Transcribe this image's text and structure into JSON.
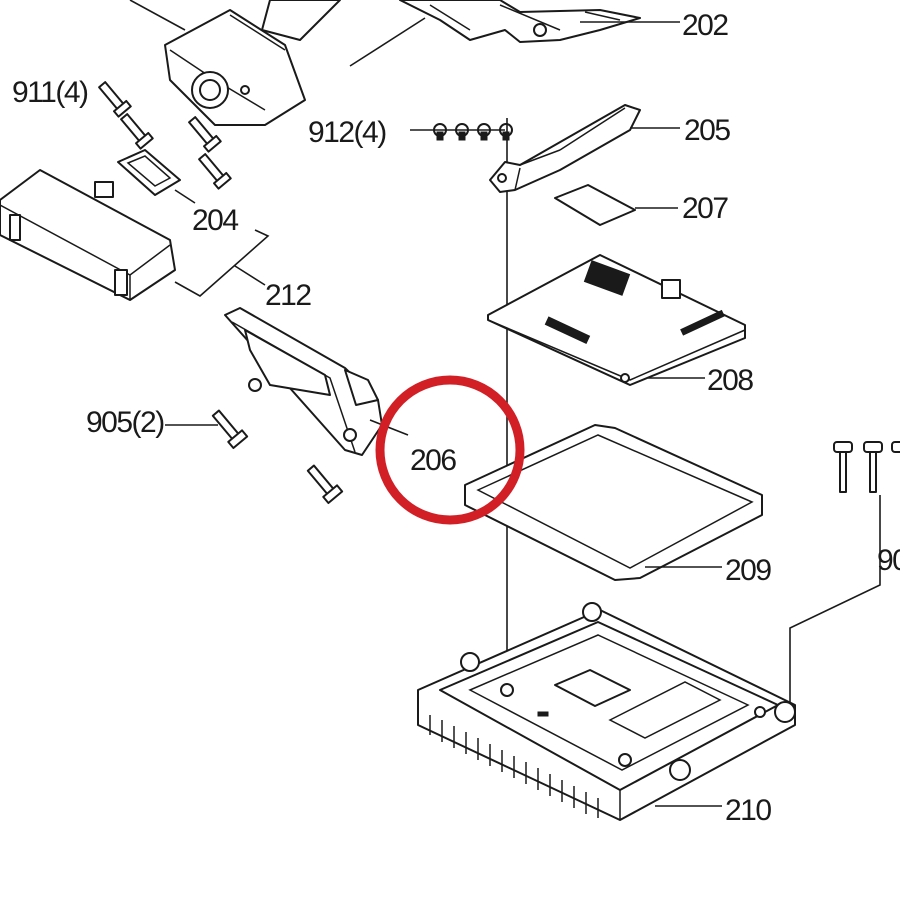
{
  "diagram": {
    "labels": {
      "p202": "202",
      "p911": "911(4)",
      "p912": "912(4)",
      "p205": "205",
      "p207": "207",
      "p204": "204",
      "p212": "212",
      "p208": "208",
      "p905": "905(2)",
      "p206": "206",
      "p209": "209",
      "p90x": "90",
      "p210": "210"
    },
    "highlight": {
      "target": "206",
      "color": "#d21f26"
    }
  }
}
